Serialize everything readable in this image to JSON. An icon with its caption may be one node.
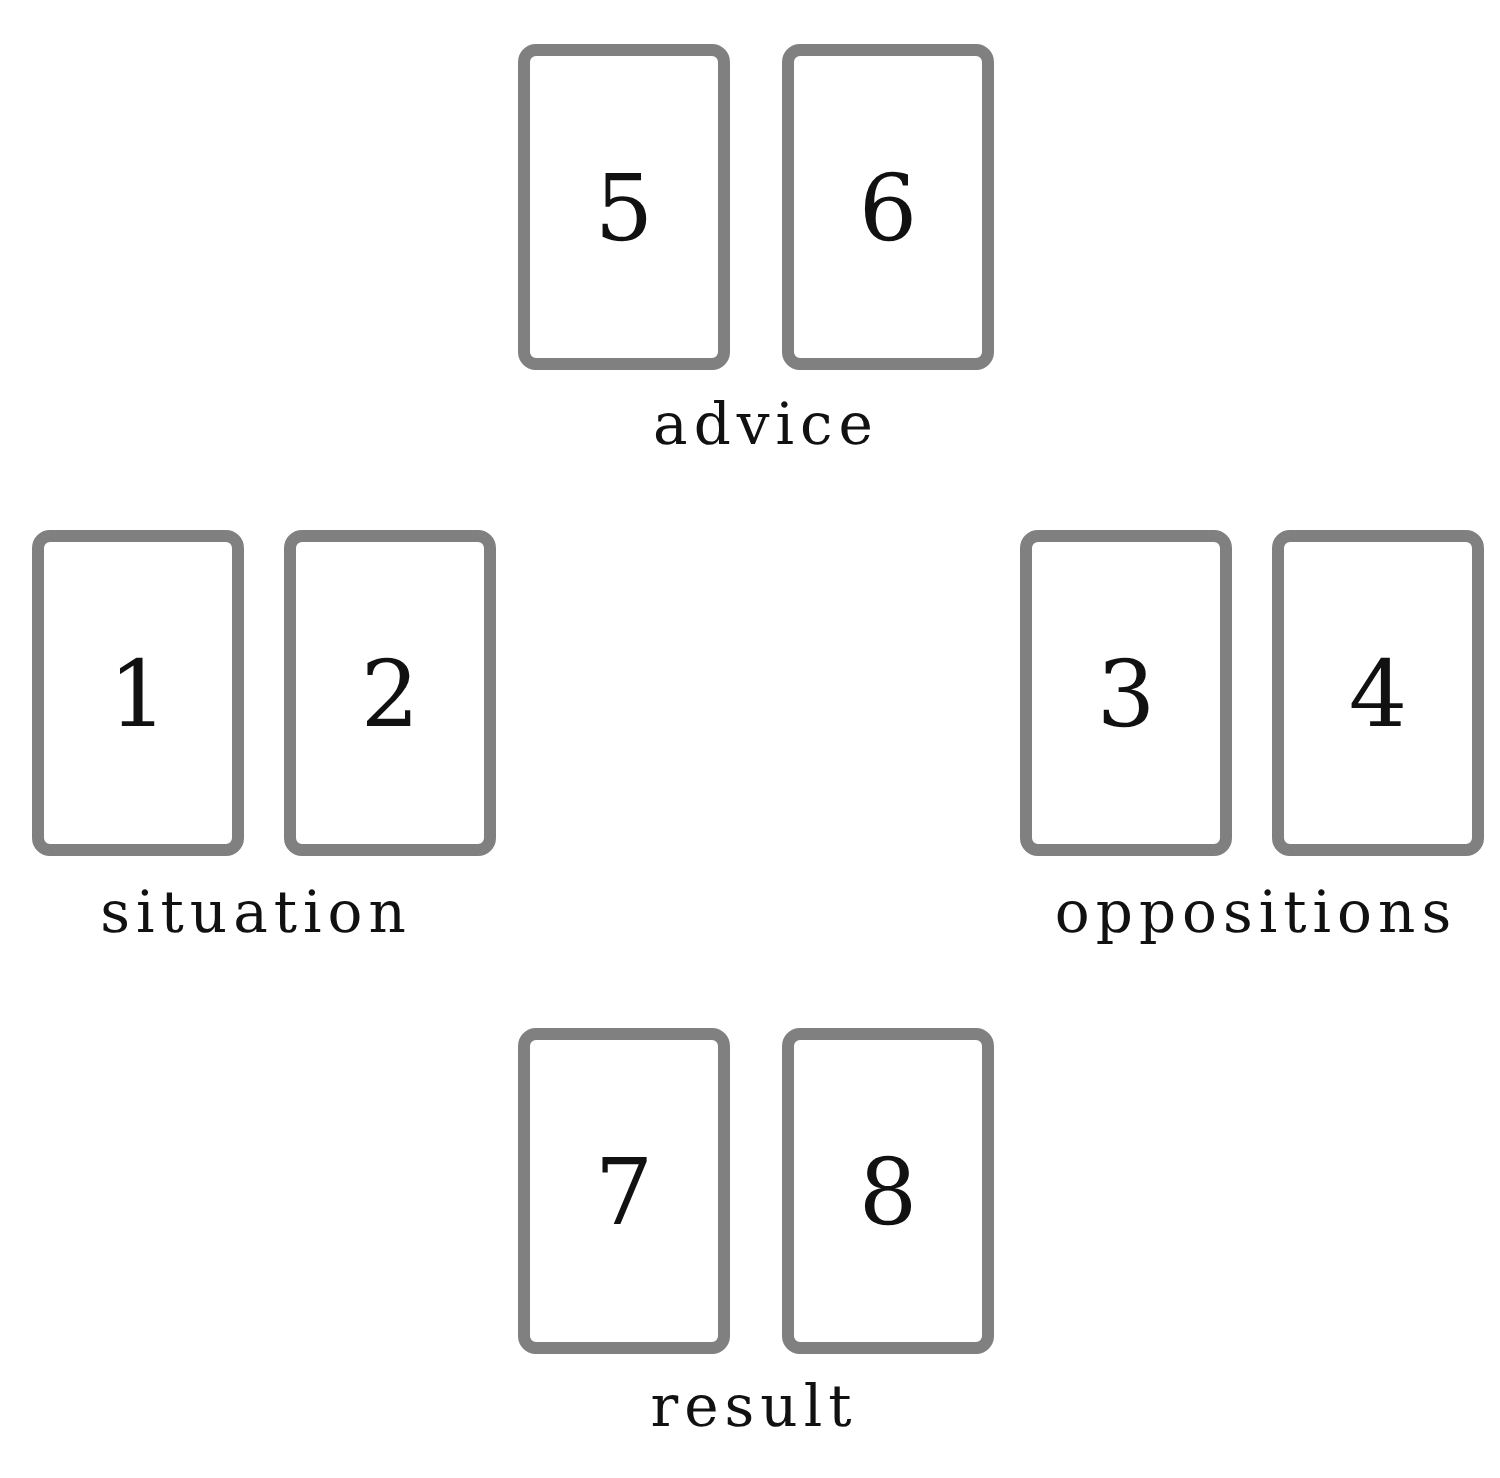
{
  "diagram": {
    "nodes": [
      {
        "text": [
          "5"
        ]
      },
      {
        "text": [
          "6"
        ]
      },
      {
        "text": [
          "1"
        ]
      },
      {
        "text": [
          "2"
        ]
      },
      {
        "text": [
          "3"
        ]
      },
      {
        "text": [
          "4"
        ]
      },
      {
        "text": [
          "7"
        ]
      },
      {
        "text": [
          "8"
        ]
      }
    ],
    "labels": [
      "advice",
      "situation",
      "oppositions",
      "result"
    ]
  }
}
